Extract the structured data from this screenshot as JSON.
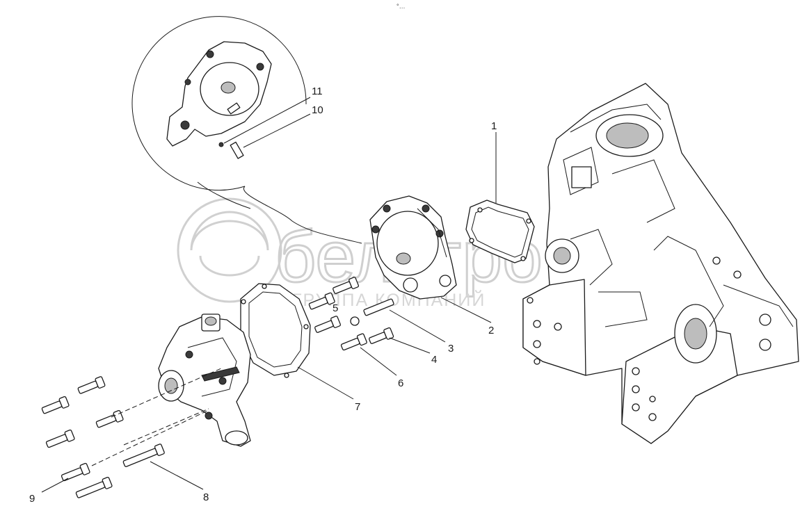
{
  "header_mark": "°…",
  "watermark": {
    "brand": "белагро",
    "subtitle": "ГРУППА КОМПАНИЙ"
  },
  "callouts": [
    "1",
    "2",
    "3",
    "4",
    "5",
    "6",
    "7",
    "8",
    "9",
    "10",
    "11"
  ],
  "colors": {
    "line": "#1a1a1a",
    "watermark": "#cfcfcf",
    "shade": "#bdbdbd"
  }
}
